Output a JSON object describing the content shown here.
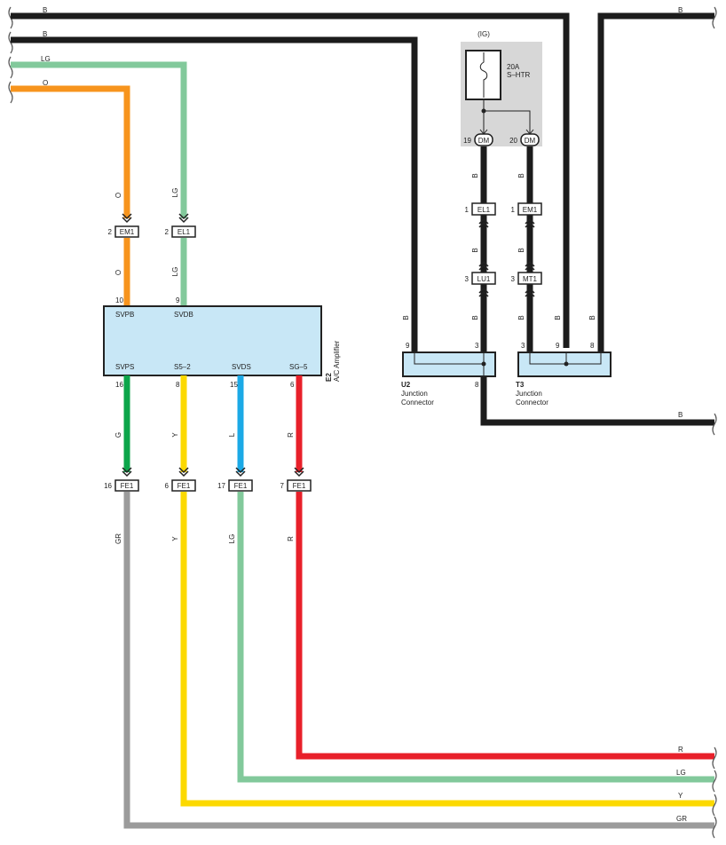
{
  "colors": {
    "B": "#1c1c1c",
    "LG": "#82c99b",
    "O": "#f7941d",
    "G": "#0ca54a",
    "Y": "#fcd900",
    "L": "#1ba9e6",
    "R": "#e8202a",
    "GR": "#9b9b9b",
    "box_fill": "#c8e7f6",
    "fuse_bg": "#d7d7d7"
  },
  "wires": {
    "top_b1": "B",
    "top_b2": "B",
    "top_lg": "LG",
    "top_o": "O",
    "right_b": "B",
    "bottom_r": "R",
    "bottom_lg": "LG",
    "bottom_y": "Y",
    "bottom_gr": "GR"
  },
  "wire_labels": {
    "o_upper": "O",
    "o_lower": "O",
    "lg_upper": "LG",
    "lg_lower": "LG",
    "g": "G",
    "y": "Y",
    "l": "L",
    "r": "R",
    "gr_low": "GR",
    "y_low": "Y",
    "lg_low": "LG",
    "r_low": "R",
    "b_fuse_left": "B",
    "b_fuse_right": "B",
    "b_el1_lu1": "B",
    "b_em1_mt1": "B",
    "b_u2_9": "B",
    "b_u2_3": "B",
    "b_t3_3": "B",
    "b_t3_9": "B",
    "b_t3_8": "B"
  },
  "connectors": {
    "em1_left": {
      "pin": "2",
      "name": "EM1"
    },
    "el1_left": {
      "pin": "2",
      "name": "EL1"
    },
    "el1_right": {
      "pin": "1",
      "name": "EL1"
    },
    "em1_right": {
      "pin": "1",
      "name": "EM1"
    },
    "lu1": {
      "pin": "3",
      "name": "LU1"
    },
    "mt1": {
      "pin": "3",
      "name": "MT1"
    },
    "dm19": {
      "pin": "19",
      "name": "DM"
    },
    "dm20": {
      "pin": "20",
      "name": "DM"
    },
    "fe1_16": {
      "pin": "16",
      "name": "FE1"
    },
    "fe1_6": {
      "pin": "6",
      "name": "FE1"
    },
    "fe1_17": {
      "pin": "17",
      "name": "FE1"
    },
    "fe1_7": {
      "pin": "7",
      "name": "FE1"
    }
  },
  "fuse": {
    "group": "(IG)",
    "rating": "20A",
    "name": "S–HTR"
  },
  "amplifier": {
    "code": "E2",
    "name": "A/C Amplifier",
    "top_pins": [
      {
        "pin": "10",
        "term": "SVPB"
      },
      {
        "pin": "9",
        "term": "SVDB"
      }
    ],
    "bottom_pins": [
      {
        "pin": "16",
        "term": "SVPS"
      },
      {
        "pin": "8",
        "term": "S5–2"
      },
      {
        "pin": "15",
        "term": "SVDS"
      },
      {
        "pin": "6",
        "term": "SG–5"
      }
    ]
  },
  "junction_u2": {
    "code": "U2",
    "line1": "Junction",
    "line2": "Connector",
    "pins": {
      "left": "9",
      "right": "3",
      "bottom": "8"
    }
  },
  "junction_t3": {
    "code": "T3",
    "line1": "Junction",
    "line2": "Connector",
    "pins": {
      "left": "3",
      "middle": "9",
      "right": "8"
    }
  }
}
